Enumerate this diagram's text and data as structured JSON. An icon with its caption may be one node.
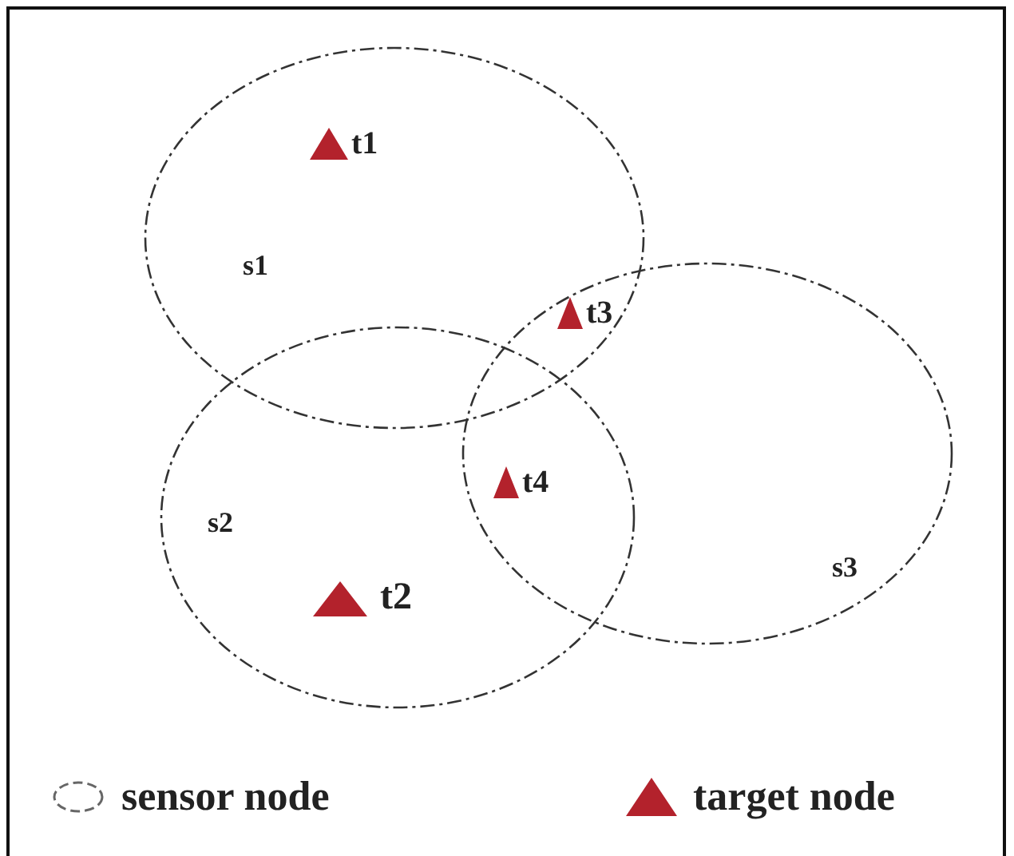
{
  "diagram": {
    "nodes": [
      {
        "text": [
          "s1"
        ]
      },
      {
        "text": [
          "s2"
        ]
      },
      {
        "text": [
          "s3"
        ]
      },
      {
        "text": [
          "t1"
        ],
        "in": 0
      },
      {
        "text": [
          "t3"
        ]
      },
      {
        "text": [
          "t4"
        ]
      },
      {
        "text": [
          "t2"
        ],
        "in": 1
      }
    ],
    "edges": [],
    "legend": [
      {
        "text": "sensor node"
      },
      {
        "text": "target node"
      }
    ]
  }
}
